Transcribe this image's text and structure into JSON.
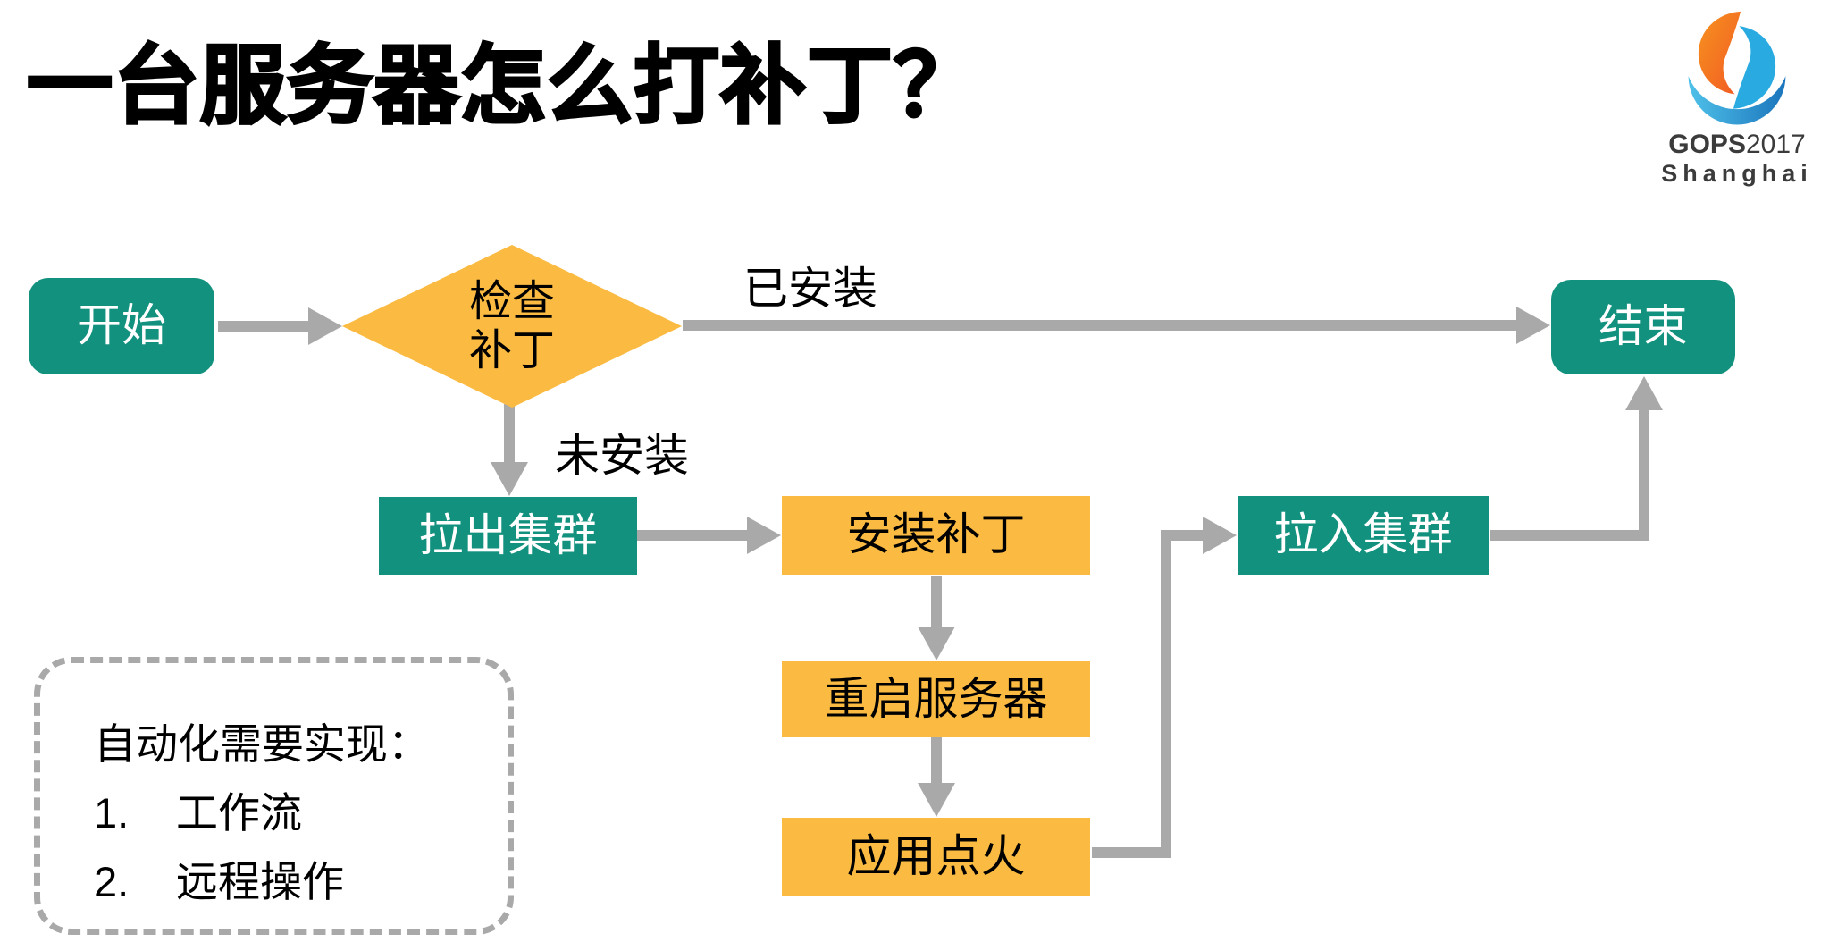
{
  "slide": {
    "title": "一台服务器怎么打补丁？"
  },
  "logo": {
    "icon": "gops-swirl-icon",
    "brand": "GOPS",
    "year": "2017",
    "city": "Shanghai"
  },
  "colors": {
    "teal": "#12917E",
    "orange": "#FBBB42",
    "connector": "#A9A9A9",
    "logo_orange": "#F15A24",
    "logo_blue": "#29ABE2",
    "logo_blue_dark": "#1B75BC"
  },
  "flowchart": {
    "nodes": {
      "start": {
        "label": "开始",
        "shape": "rounded-rect",
        "color": "teal"
      },
      "check_patch": {
        "line1": "检查",
        "line2": "补丁",
        "shape": "diamond",
        "color": "orange"
      },
      "end": {
        "label": "结束",
        "shape": "rounded-rect",
        "color": "teal"
      },
      "pull_out": {
        "label": "拉出集群",
        "shape": "rect",
        "color": "teal"
      },
      "install_patch": {
        "label": "安装补丁",
        "shape": "rect",
        "color": "orange"
      },
      "reboot_server": {
        "label": "重启服务器",
        "shape": "rect",
        "color": "orange"
      },
      "app_ignite": {
        "label": "应用点火",
        "shape": "rect",
        "color": "orange"
      },
      "pull_in": {
        "label": "拉入集群",
        "shape": "rect",
        "color": "teal"
      }
    },
    "edge_labels": {
      "installed": "已安装",
      "not_installed": "未安装"
    }
  },
  "note": {
    "title": "自动化需要实现：",
    "items": [
      {
        "num": "1.",
        "text": "工作流"
      },
      {
        "num": "2.",
        "text": "远程操作"
      }
    ]
  }
}
